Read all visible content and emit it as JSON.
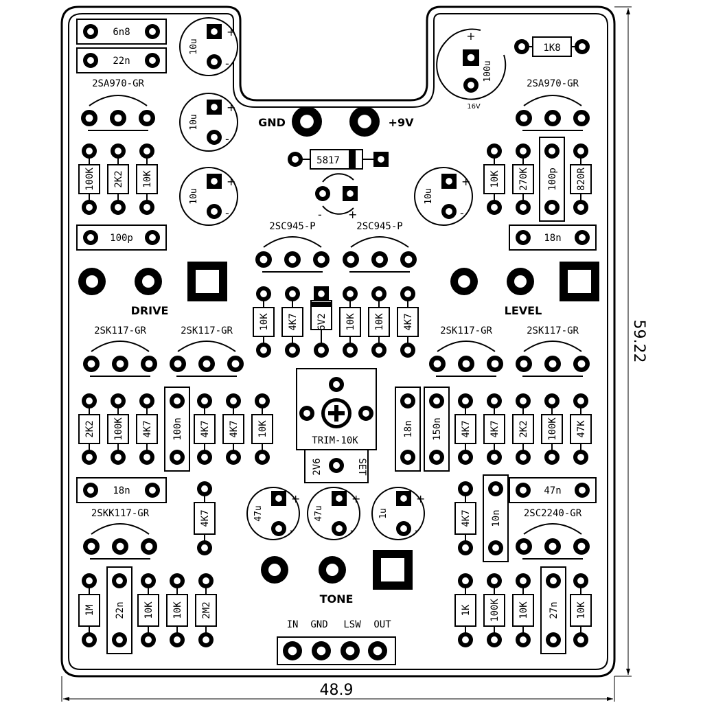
{
  "dimensions": {
    "width": "48.9",
    "height": "59.22"
  },
  "pot_labels": {
    "drive": "DRIVE",
    "level": "LEVEL",
    "tone": "TONE"
  },
  "power": {
    "gnd": "GND",
    "v9": "+9V"
  },
  "io": {
    "in": "IN",
    "gnd": "GND",
    "lsw": "LSW",
    "out": "OUT"
  },
  "trimmer": {
    "label": "TRIM-10K",
    "left": "2V6",
    "right": "SET"
  },
  "transistors": {
    "q1": "2SA970-GR",
    "q2": "2SA970-GR",
    "q3": "2SC945-P",
    "q4": "2SC945-P",
    "q5": "2SK117-GR",
    "q6": "2SK117-GR",
    "q7": "2SK117-GR",
    "q8": "2SK117-GR",
    "q9": "2SKK117-GR",
    "q10": "2SC2240-GR"
  },
  "caps_h": {
    "c6n8": "6n8",
    "c22n": "22n",
    "c100p_l": "100p",
    "c18n_r": "18n",
    "c18n_l": "18n",
    "c47n": "47n",
    "r1k8": "1K8"
  },
  "electrolytics": {
    "e1": "10u",
    "e2": "10u",
    "e3": "10u",
    "e4": "10u",
    "e5": "47u",
    "e6": "47u",
    "e7": "1u",
    "e8": "100u",
    "e8v": "16V",
    "plus": "+",
    "minus": "-"
  },
  "diode": {
    "label": "5817"
  },
  "resistors_v": {
    "r_tl1": "100K",
    "r_tl2": "2K2",
    "r_tl3": "10K",
    "r_tr1": "10K",
    "r_tr2": "270K",
    "r_tr3": "100p",
    "r_tr4": "820R",
    "r_mid1": "10K",
    "r_mid2": "4K7",
    "r_mid3": "6V2",
    "r_mid4": "10K",
    "r_mid5": "10K",
    "r_mid6": "4K7",
    "r_ml1": "2K2",
    "r_ml2": "100K",
    "r_ml3": "4K7",
    "r_ml4": "100n",
    "r_ml5": "4K7",
    "r_ml6": "4K7",
    "r_ml7": "10K",
    "r_mr1": "18n",
    "r_mr2": "150n",
    "r_mr3": "4K7",
    "r_mr4": "4K7",
    "r_mr5": "2K2",
    "r_mr6": "100K",
    "r_mr7": "47K",
    "r_4k7a": "4K7",
    "r_4k7b": "4K7",
    "r_10n": "10n",
    "r_bl1": "1M",
    "r_bl2": "22n",
    "r_bl3": "10K",
    "r_bl4": "10K",
    "r_bl5": "2M2",
    "r_br1": "1K",
    "r_br2": "100K",
    "r_br3": "10K",
    "r_br4": "27n",
    "r_br5": "10K"
  }
}
